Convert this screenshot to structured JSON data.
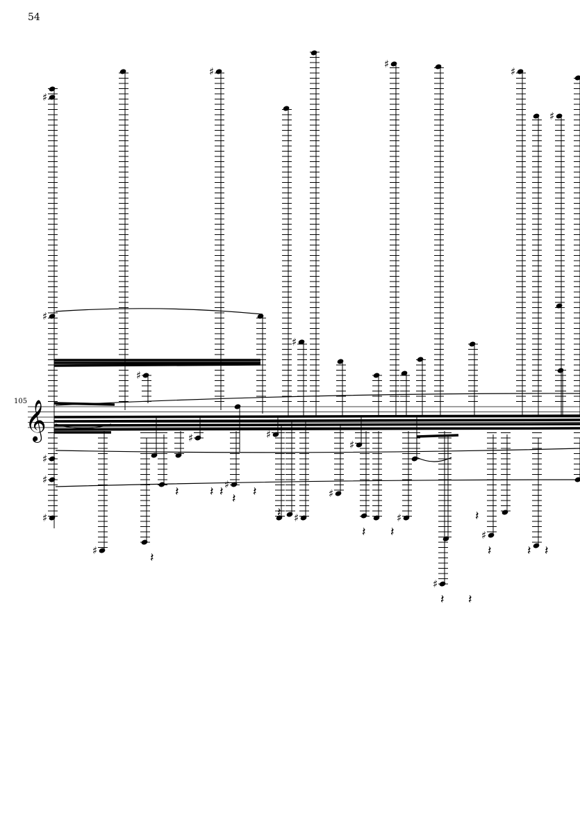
{
  "page": {
    "number": "54"
  },
  "system": {
    "measure_number": "105",
    "clef": "treble-clef"
  },
  "colors": {
    "ink": "#000000",
    "paper": "#ffffff"
  }
}
